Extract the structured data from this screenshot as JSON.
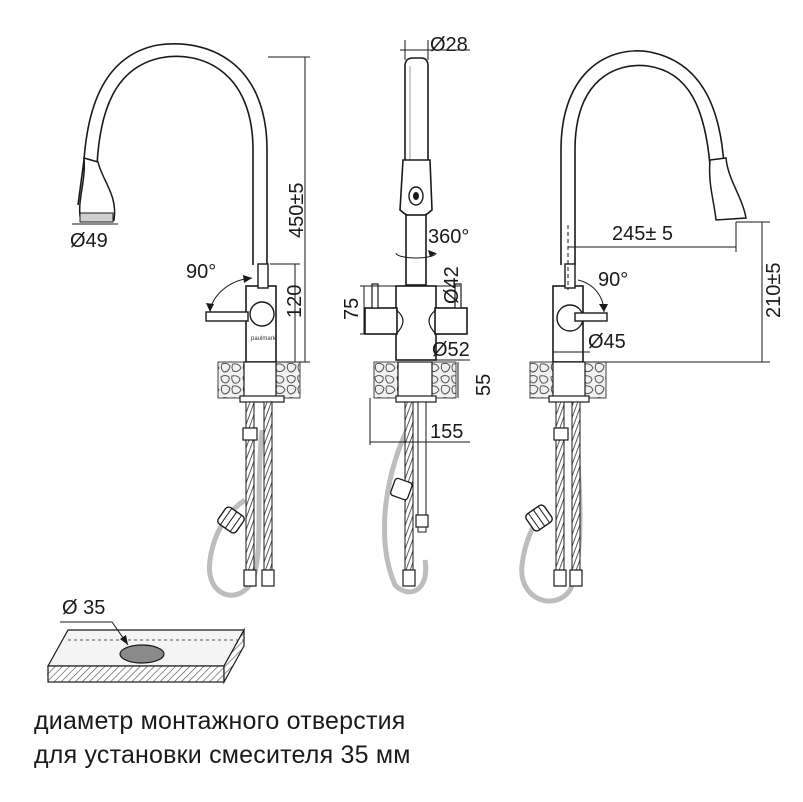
{
  "dimensions": {
    "spout_diameter": "Ø49",
    "spout_height": "450±5",
    "lever_angle_left": "90°",
    "lever_height": "120",
    "top_diameter": "Ø28",
    "rotation": "360°",
    "body_diameter": "Ø42",
    "body_height": "75",
    "base_diameter": "Ø52",
    "base_height": "55",
    "depth": "155",
    "reach": "245± 5",
    "lever_angle_right": "90°",
    "spout_outlet_height": "210±5",
    "right_base_diameter": "Ø45",
    "hole_diameter": "Ø 35"
  },
  "brand_mark": "paulmark",
  "caption": {
    "line1": "диаметр монтажного отверстия",
    "line2": "для установки смесителя 35 мм"
  }
}
